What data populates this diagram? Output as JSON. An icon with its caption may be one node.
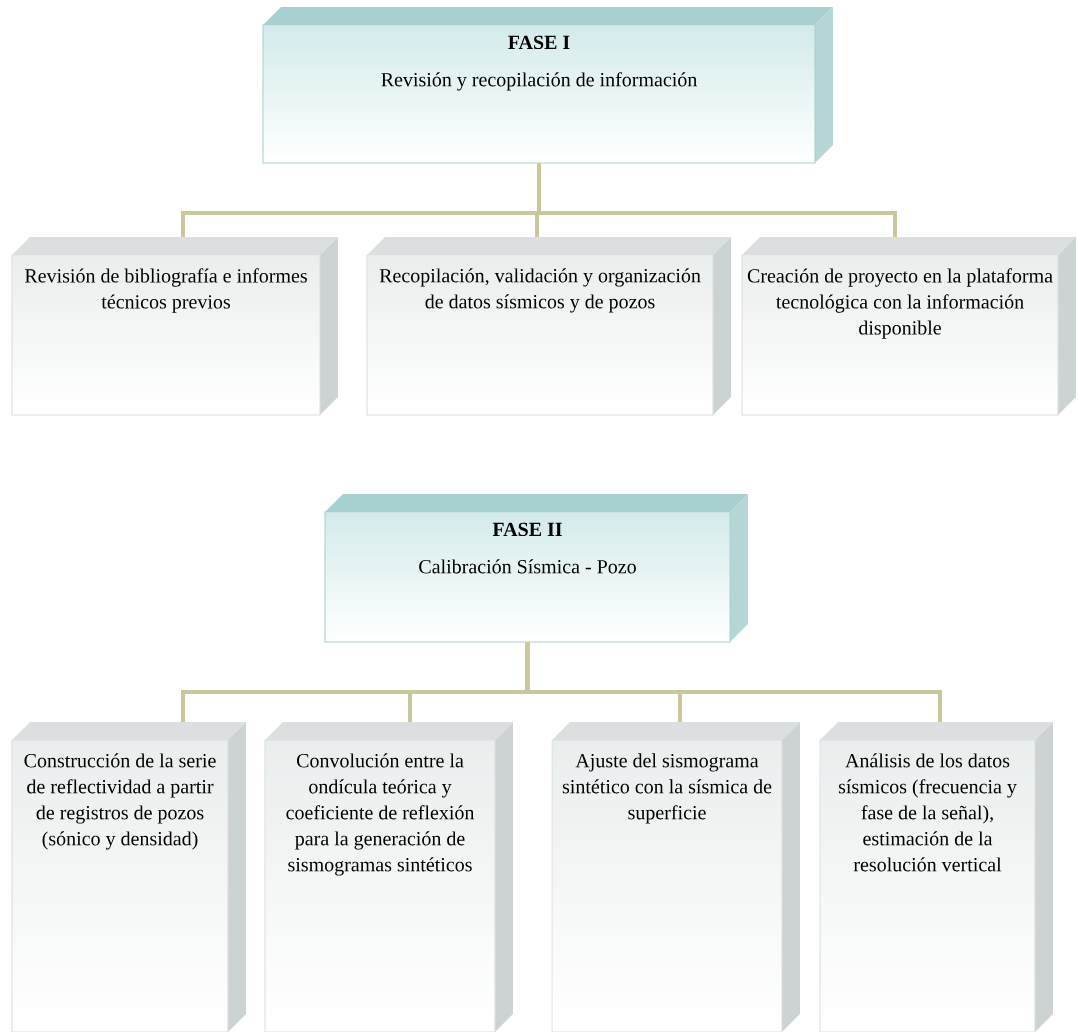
{
  "diagram": {
    "nodes": [
      {
        "text": [
          "FASE I",
          "Revisión y recopilación de información"
        ]
      },
      {
        "text": [
          "Revisión de bibliografía e informes técnicos previos"
        ]
      },
      {
        "text": [
          "Recopilación, validación y organización de datos sísmicos y de pozos"
        ]
      },
      {
        "text": [
          "Creación de proyecto en la plataforma tecnológica con la información disponible"
        ]
      },
      {
        "text": [
          "FASE II",
          "Calibración Sísmica - Pozo"
        ]
      },
      {
        "text": [
          "Construcción de la serie de reflectividad a partir de registros de pozos (sónico y densidad)"
        ]
      },
      {
        "text": [
          "Convolución entre la ondícula teórica y coeficiente de reflexión para la generación de sismogramas sintéticos"
        ]
      },
      {
        "text": [
          "Ajuste del sismograma sintético con la sísmica de superficie"
        ]
      },
      {
        "text": [
          "Análisis de los datos sísmicos (frecuencia y fase de la señal), estimación de la resolución vertical"
        ]
      }
    ],
    "edges": [
      {
        "from": 0,
        "to": 1,
        "arrow": "none"
      },
      {
        "from": 0,
        "to": 2,
        "arrow": "none"
      },
      {
        "from": 0,
        "to": 3,
        "arrow": "none"
      },
      {
        "from": 4,
        "to": 5,
        "arrow": "none"
      },
      {
        "from": 4,
        "to": 6,
        "arrow": "none"
      },
      {
        "from": 4,
        "to": 7,
        "arrow": "none"
      },
      {
        "from": 4,
        "to": 8,
        "arrow": "none"
      }
    ]
  }
}
